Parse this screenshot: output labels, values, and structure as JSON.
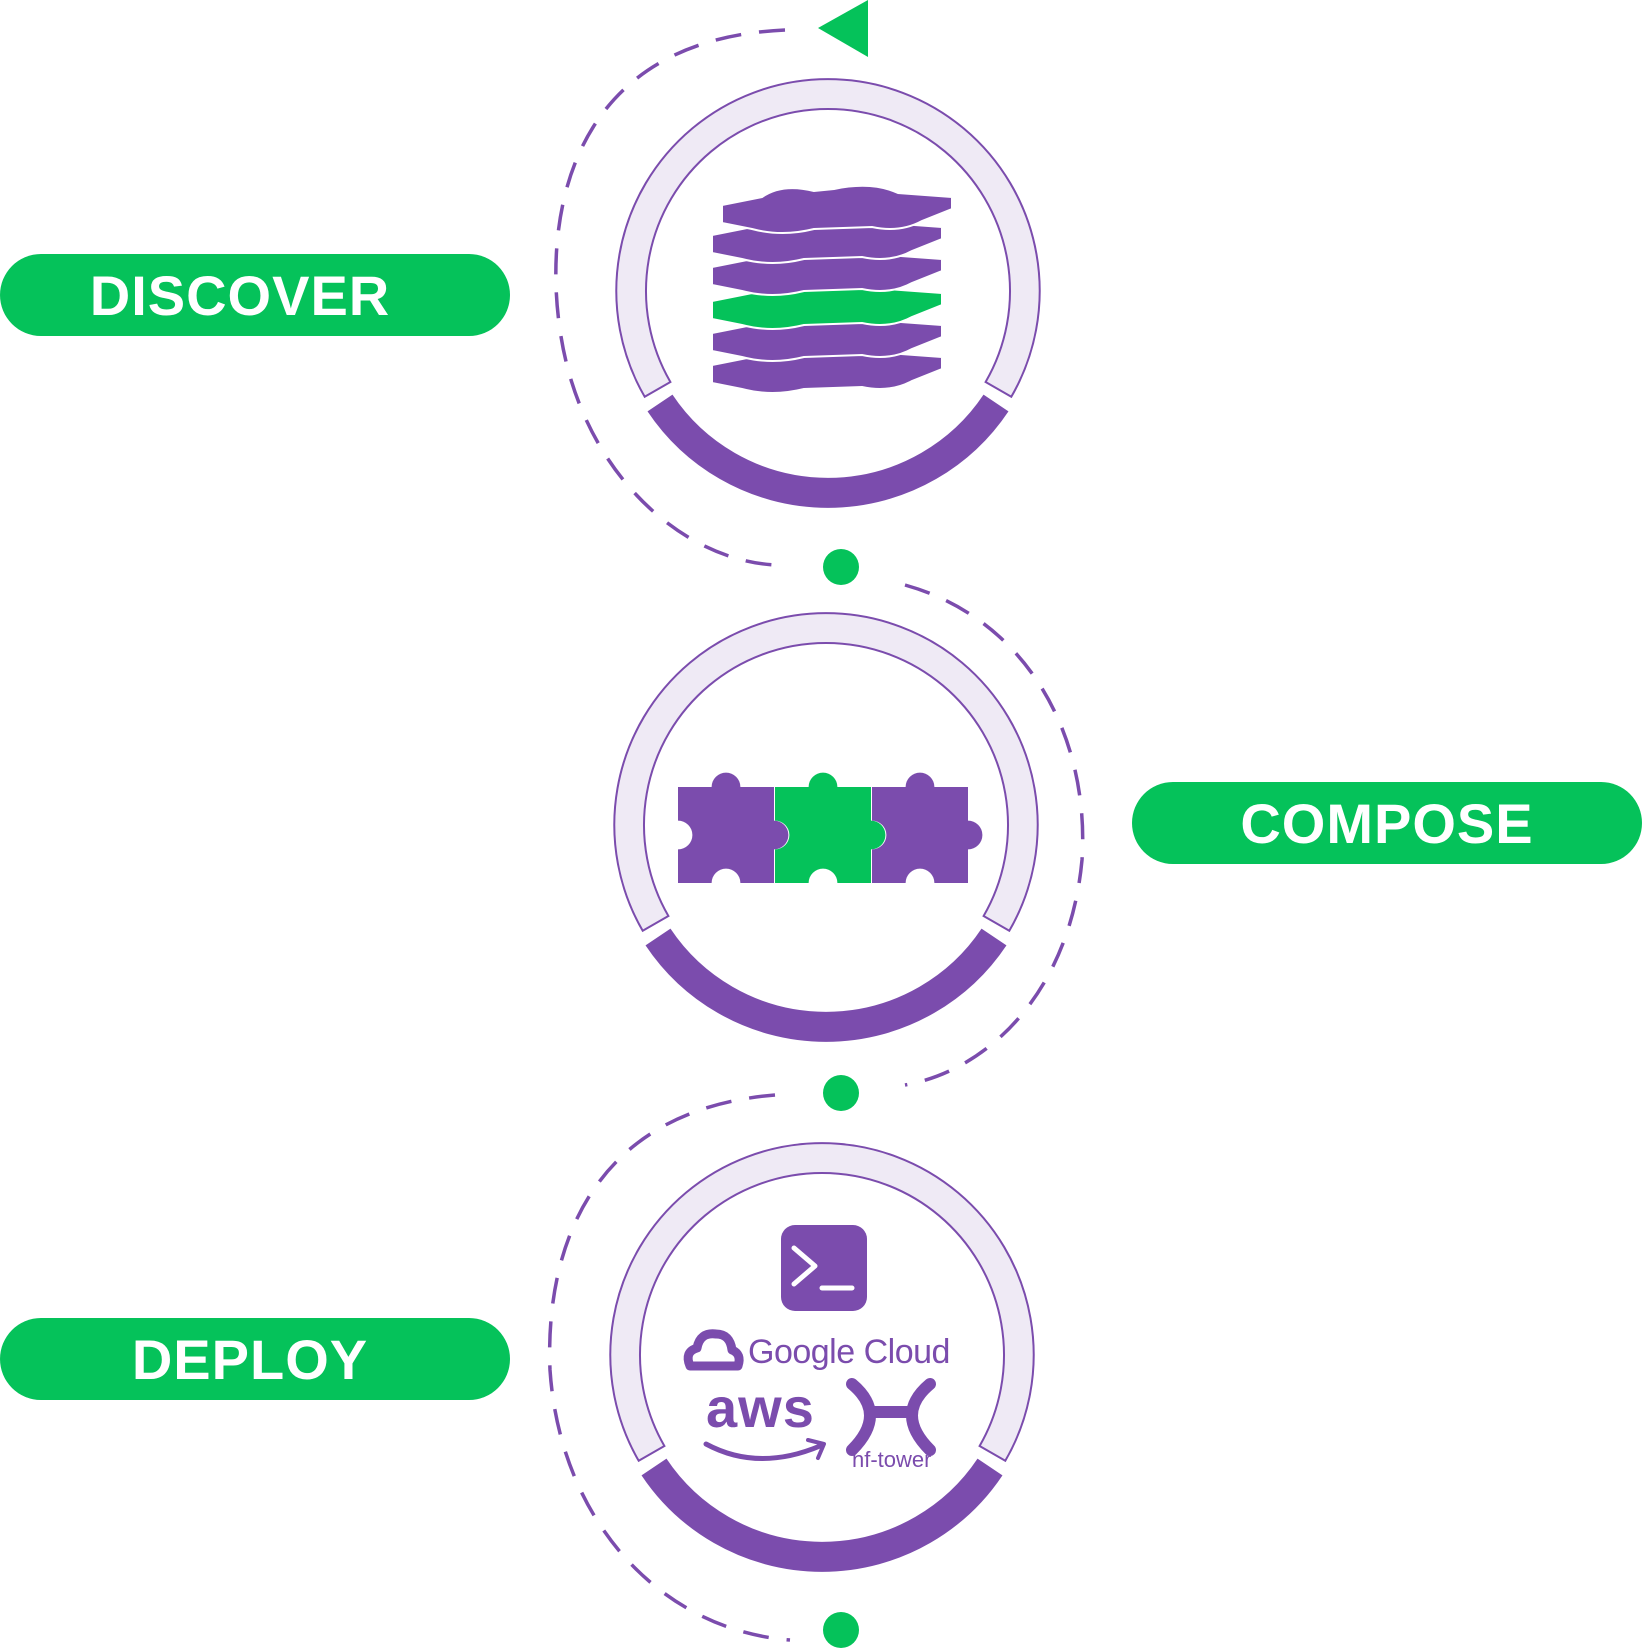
{
  "colors": {
    "purple": "#7b4cad",
    "green": "#05c25a",
    "lavender": "#efeaf5"
  },
  "steps": [
    {
      "label": "DISCOVER",
      "icon": "stacked-puzzle-pieces-icon"
    },
    {
      "label": "COMPOSE",
      "icon": "connected-puzzle-pieces-icon"
    },
    {
      "label": "DEPLOY",
      "icon": "deployment-targets-icon"
    }
  ],
  "deploy_targets": {
    "terminal": "terminal-icon",
    "google_cloud": "Google Cloud",
    "aws": "aws",
    "nf_tower": "nf-tower"
  },
  "flow": {
    "direction": "cyclic",
    "start_marker": "triangle-arrow-icon",
    "connector_marker": "dot"
  }
}
